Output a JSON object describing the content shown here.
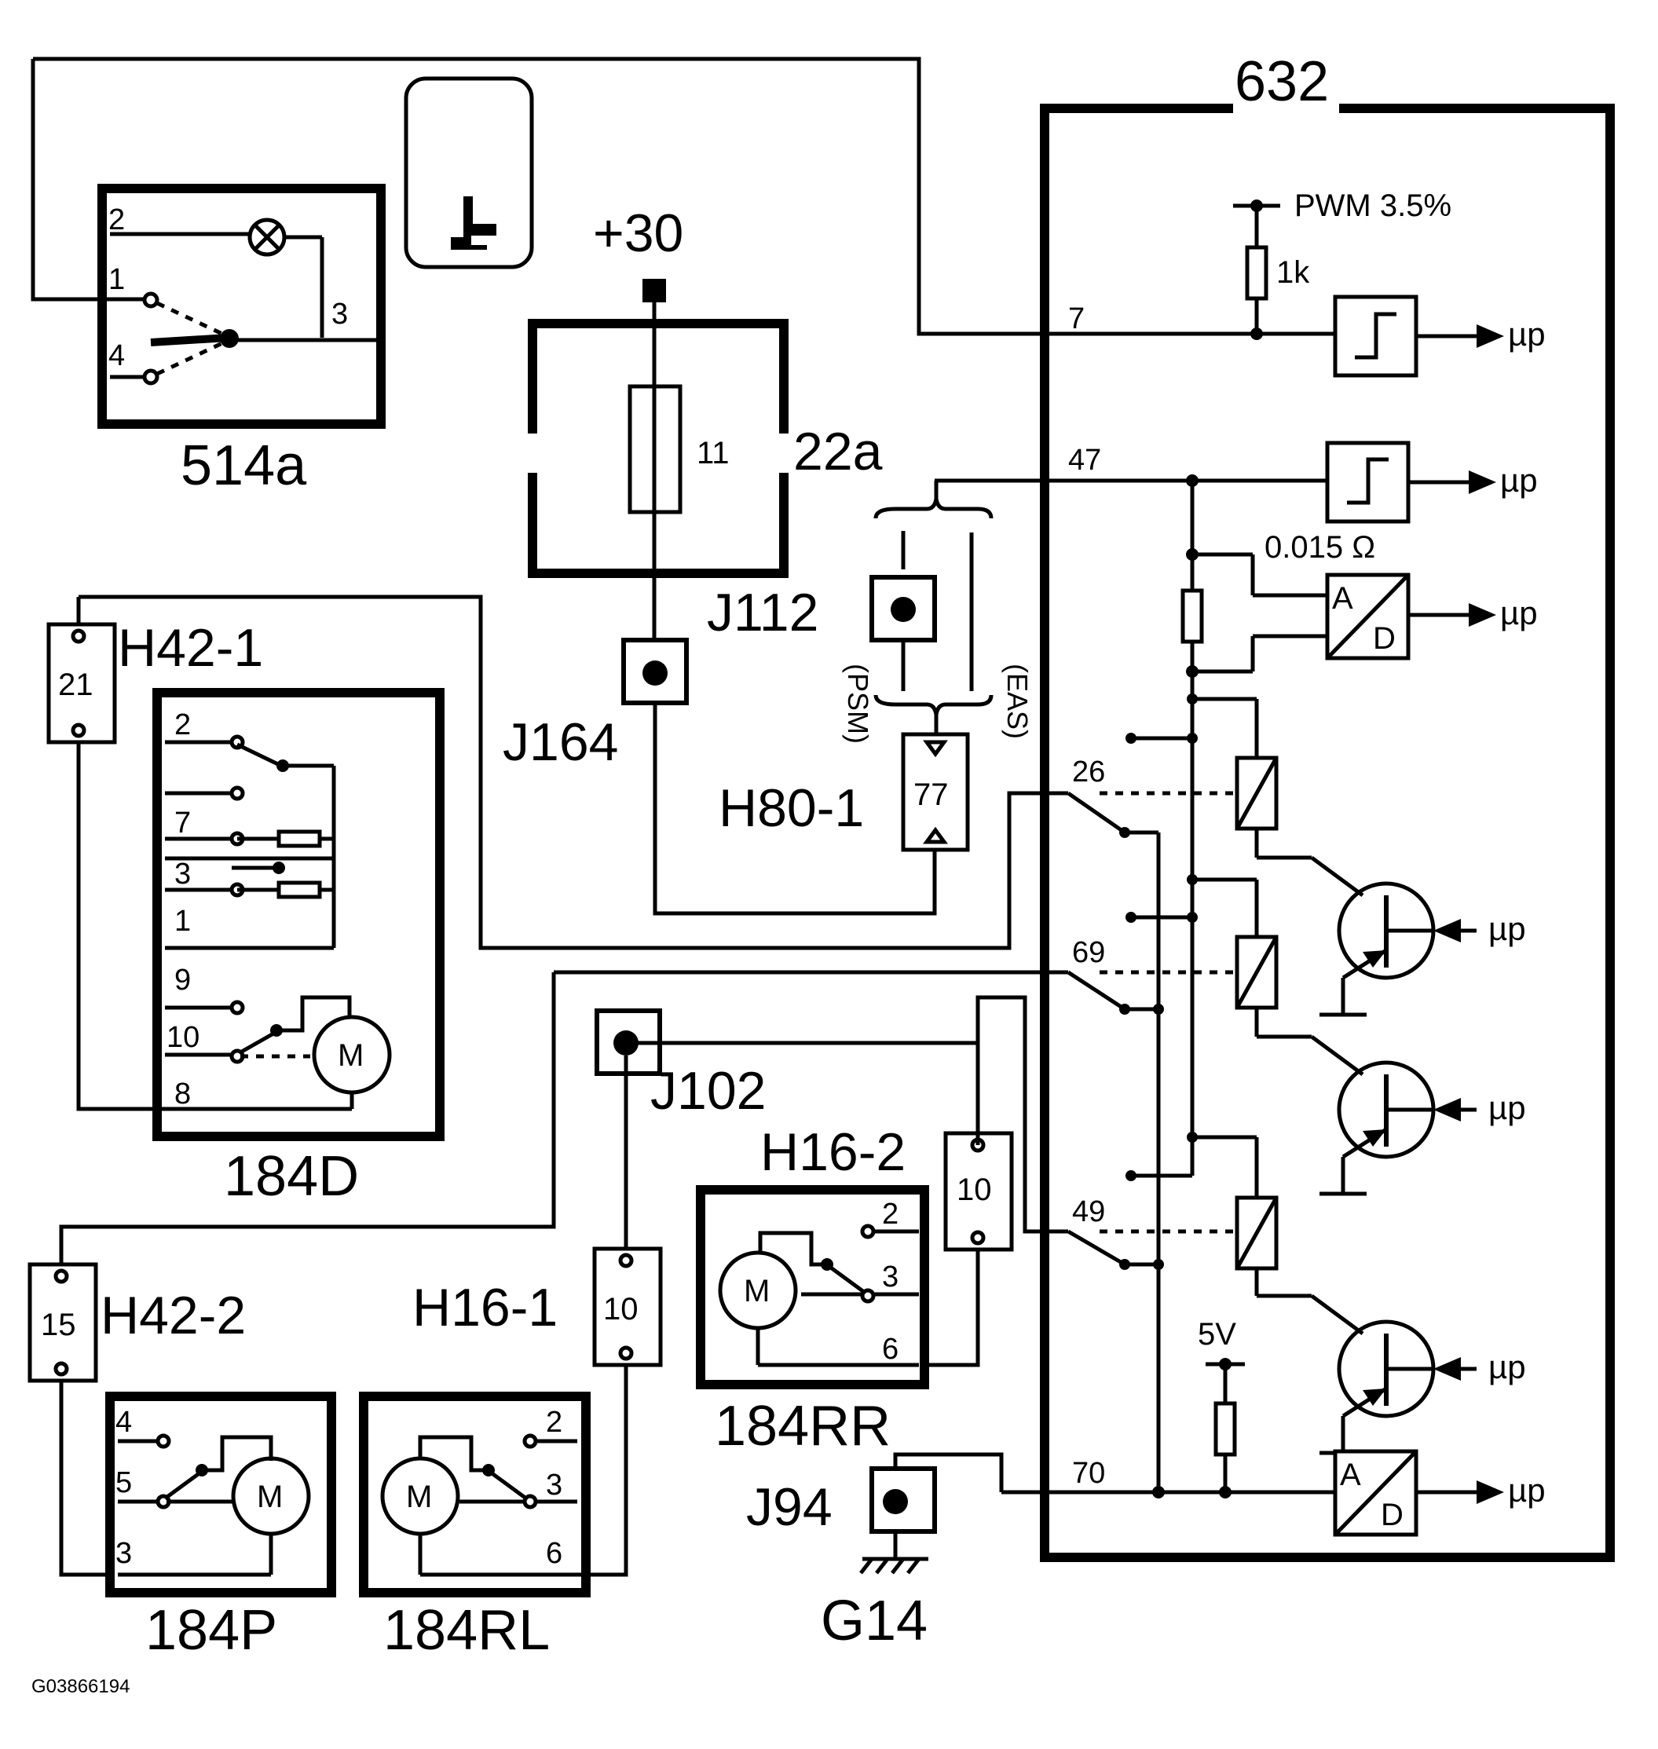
{
  "labels": {
    "ecu": "632",
    "ecu_pwm": "PWM 3.5%",
    "ecu_1k": "1k",
    "ecu_ohm": "0.015 Ω",
    "ecu_5v": "5V",
    "up": "µp",
    "adc_a": "A",
    "adc_d": "D",
    "pin7": "7",
    "pin47": "47",
    "pin26": "26",
    "pin69": "69",
    "pin49": "49",
    "pin70": "70",
    "sw514a": "514a",
    "sw_p1": "1",
    "sw_p2": "2",
    "sw_p3": "3",
    "sw_p4": "4",
    "plus30": "+30",
    "fusebox": "22a",
    "fuse": "11",
    "j112": "J112",
    "j164": "J164",
    "j102": "J102",
    "j94": "J94",
    "g14": "G14",
    "psm": "(PSM)",
    "eas": "(EAS)",
    "h80_1": "H80-1",
    "h80_pin": "77",
    "h42_1": "H42-1",
    "h42_1_pin": "21",
    "h42_2": "H42-2",
    "h42_2_pin": "15",
    "h16_1": "H16-1",
    "h16_1_pin": "10",
    "h16_2": "H16-2",
    "h16_2_pin": "10",
    "m184d": "184D",
    "m184p": "184P",
    "m184rl": "184RL",
    "m184rr": "184RR",
    "d_p2": "2",
    "d_p7": "7",
    "d_p3": "3",
    "d_p1": "1",
    "d_p9": "9",
    "d_p10": "10",
    "d_p8": "8",
    "p_p4": "4",
    "p_p5": "5",
    "p_p3": "3",
    "rl_p2": "2",
    "rl_p3": "3",
    "rl_p6": "6",
    "rr_p2": "2",
    "rr_p3": "3",
    "rr_p6": "6",
    "motor": "M",
    "docid": "G03866194"
  },
  "icons": {
    "bulb": "lamp-icon",
    "seat": "seat-icon",
    "ground": "ground-icon"
  }
}
